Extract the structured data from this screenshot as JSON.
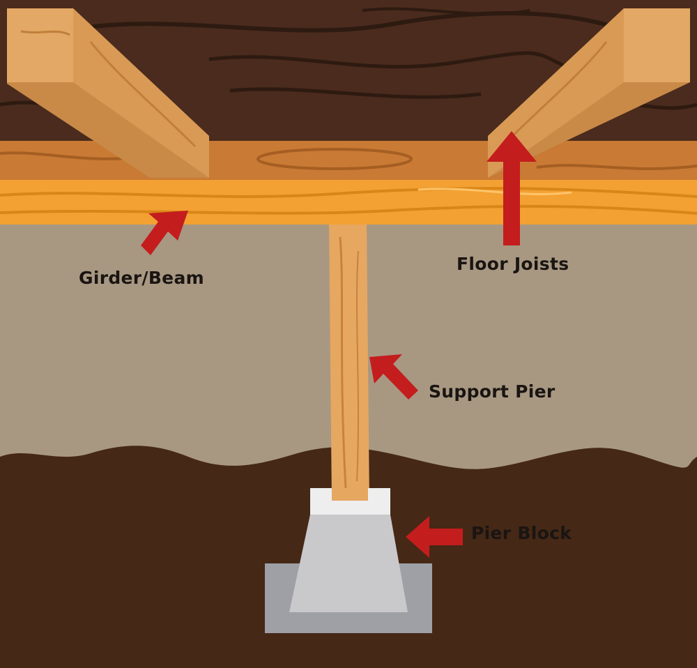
{
  "labels": {
    "girder": "Girder/Beam",
    "joists": "Floor Joists",
    "support_pier": "Support Pier",
    "pier_block": "Pier Block"
  },
  "colors": {
    "subfloor": "#4a2b1d",
    "subfloor_grain": "#2d1a10",
    "joist_face": "#e3a865",
    "joist_side": "#c98a48",
    "rim_board": "#c97a34",
    "girder": "#f3a133",
    "girder_grain": "#d98618",
    "crawlspace_wall": "#a89882",
    "soil": "#452816",
    "pier_post": "#e6a761",
    "block_top": "#eeeeee",
    "block_body": "#c9c9cb",
    "block_base": "#9fa0a6",
    "arrow": "#c41d1d",
    "text": "#1a1512"
  }
}
